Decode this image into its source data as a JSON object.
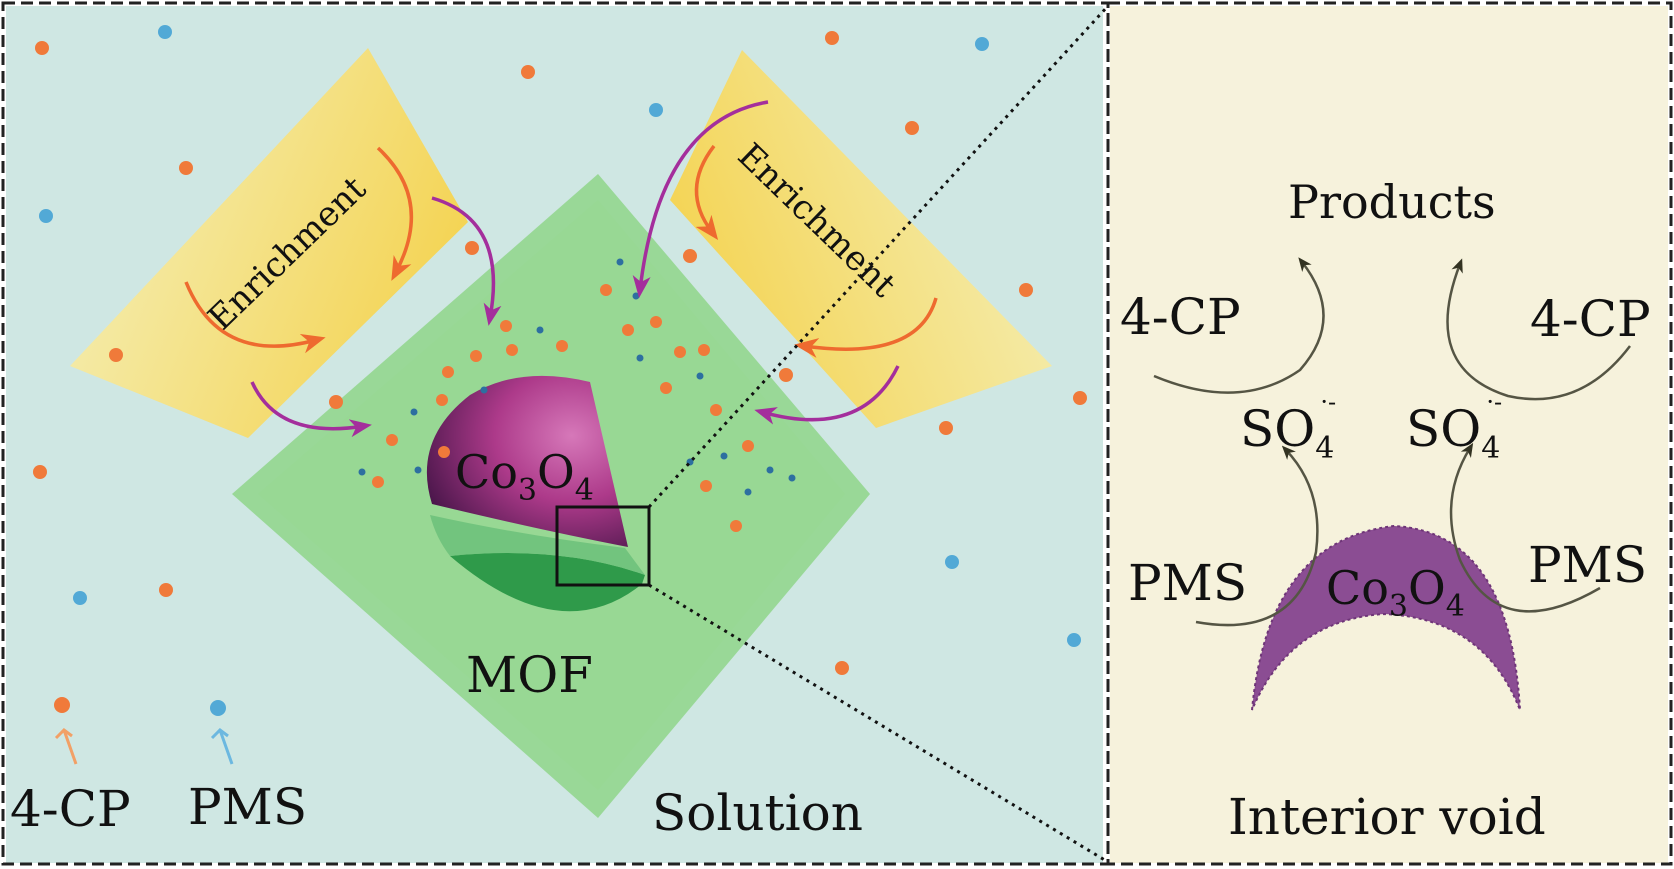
{
  "colors": {
    "solution_bg": "#cfe7e3",
    "void_bg": "#f6f2dc",
    "mof_green": "#8fd58a",
    "enrichment_yellow": "#f9e06a",
    "co3o4_purple": "#a4357e",
    "cp_dot": "#f07a3a",
    "pms_dot": "#52a9d6",
    "arrow_magenta": "#a42e9c",
    "arrow_orange": "#ee6a2f",
    "arrow_dark": "#555544"
  },
  "left_panel": {
    "enrichment_left": "Enrichment",
    "enrichment_right": "Enrichment",
    "core": {
      "main": "Co",
      "sub1": "3",
      "mid": "O",
      "sub2": "4"
    },
    "mof_label": "MOF",
    "solution_label": "Solution",
    "legend": [
      {
        "label": "4-CP",
        "dot_color": "#f07a3a",
        "icon": "orange-dot-icon"
      },
      {
        "label": "PMS",
        "dot_color": "#52a9d6",
        "icon": "blue-dot-icon"
      }
    ]
  },
  "right_panel": {
    "products": "Products",
    "cp_left": "4-CP",
    "cp_right": "4-CP",
    "radical": {
      "main": "SO",
      "sub": "4",
      "sup": "·-"
    },
    "pms_left": "PMS",
    "pms_right": "PMS",
    "core": {
      "main": "Co",
      "sub1": "3",
      "mid": "O",
      "sub2": "4"
    },
    "void_label": "Interior void"
  }
}
